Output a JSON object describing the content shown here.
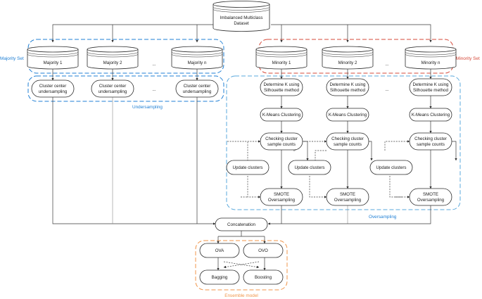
{
  "dataset": {
    "line1": "Imbalanced Multiclass",
    "line2": "Dataset"
  },
  "majority": {
    "set_label": "Majority Set",
    "items": [
      "Majority 1",
      "Majority 2",
      "Majority n"
    ],
    "ellipsis": "...",
    "undersample_line1": "Cluster center",
    "undersample_line2": "undersampling",
    "group_label": "Undersampling"
  },
  "minority": {
    "set_label": "Minority Set",
    "items": [
      "Minority 1",
      "Minority 2",
      "Minority n"
    ],
    "ellipsis": "...",
    "determine_line1": "Determine K using",
    "determine_line2": "Silhouette method",
    "kmeans": "K-Means Clustering",
    "checking_line1": "Checking cluster",
    "checking_line2": "sample counts",
    "update": "Update clusters",
    "smote_line1": "SMOTE",
    "smote_line2": "Oversampling",
    "group_label": "Oversampling"
  },
  "concatenation": "Concatenation",
  "ensemble": {
    "ova": "OVA",
    "ovo": "OVO",
    "bagging": "Bagging",
    "boosting": "Boosting",
    "label": "Ensemble model"
  },
  "colors": {
    "majority": "#1f7fd4",
    "minority": "#d64a3a",
    "ensemble": "#f0954a",
    "line": "#3a3a3a"
  }
}
